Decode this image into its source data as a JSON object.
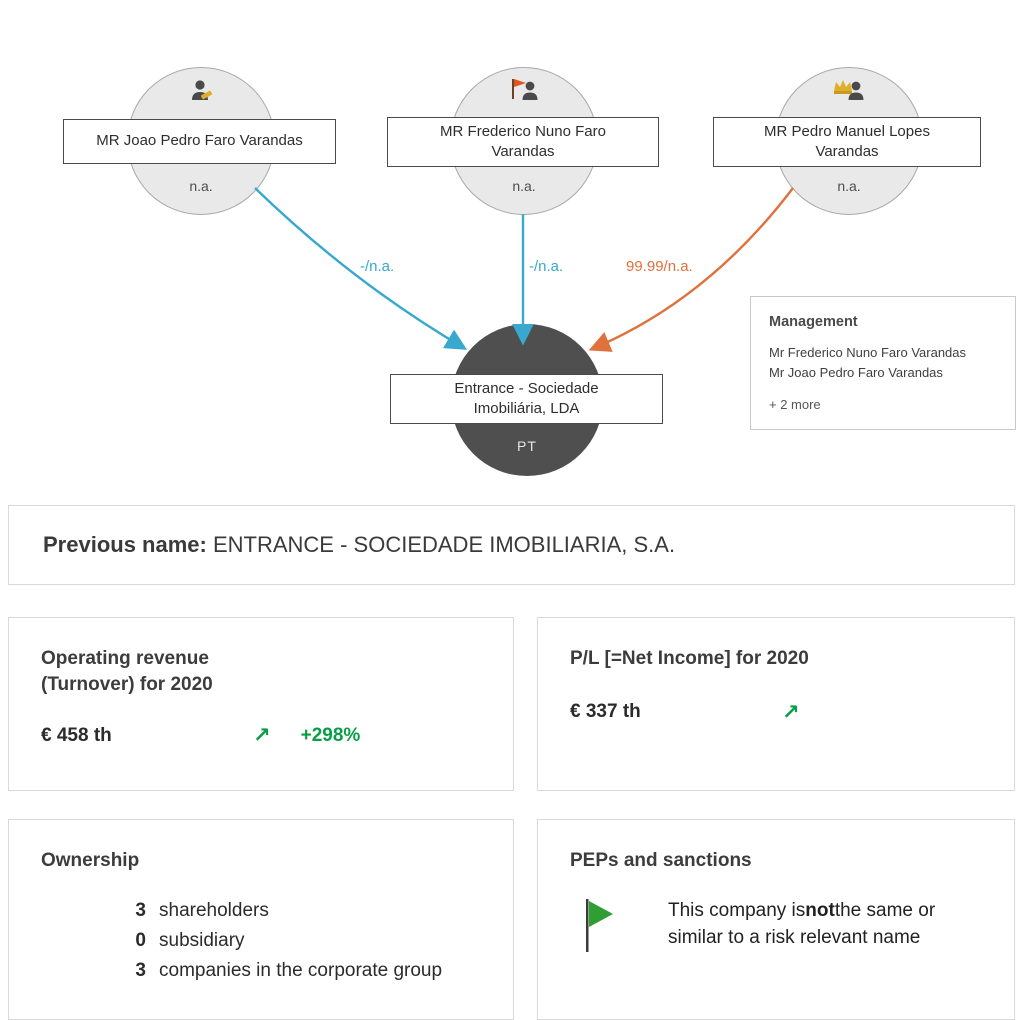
{
  "colors": {
    "edge_blue": "#38a8cf",
    "edge_orange": "#e0713c",
    "positive_green": "#089e46",
    "company_node": "#4f4f4f",
    "flag_green": "#2f9e33",
    "icon_gold": "#dfaf2b",
    "icon_red_flag": "#e05522"
  },
  "diagram": {
    "shareholders": [
      {
        "name": "MR Joao Pedro Faro Varandas",
        "value": "n.a.",
        "icon": "person-icon",
        "edge_label": "-/n.a."
      },
      {
        "name": "MR Frederico Nuno Faro Varandas",
        "value": "n.a.",
        "icon": "flag-person-icon",
        "edge_label": "-/n.a."
      },
      {
        "name": "MR Pedro Manuel Lopes Varandas",
        "value": "n.a.",
        "icon": "crown-person-icon",
        "edge_label": "99.99/n.a."
      }
    ],
    "company": {
      "name": "Entrance - Sociedade Imobiliária, LDA",
      "country": "PT"
    },
    "management": {
      "title": "Management",
      "items": [
        "Mr Frederico Nuno Faro Varandas",
        "Mr Joao Pedro Faro Varandas"
      ],
      "more": "+ 2 more"
    }
  },
  "previous_name": {
    "label": "Previous name:",
    "value": "ENTRANCE - SOCIEDADE IMOBILIARIA, S.A."
  },
  "cards": {
    "operating_revenue": {
      "title": "Operating revenue (Turnover) for 2020",
      "value": "€ 458 th",
      "trend_icon": "↗",
      "change": "+298%"
    },
    "net_income": {
      "title": "P/L [=Net Income] for 2020",
      "value": "€ 337 th",
      "trend_icon": "↗"
    },
    "ownership": {
      "title": "Ownership",
      "items": [
        {
          "count": "3",
          "label": "shareholders"
        },
        {
          "count": "0",
          "label": "subsidiary"
        },
        {
          "count": "3",
          "label": "companies in the corporate group"
        }
      ]
    },
    "peps": {
      "title": "PEPs and sanctions",
      "text_before": "This company is",
      "text_bold": "not",
      "text_after": "the same or similar to a risk relevant name"
    }
  }
}
